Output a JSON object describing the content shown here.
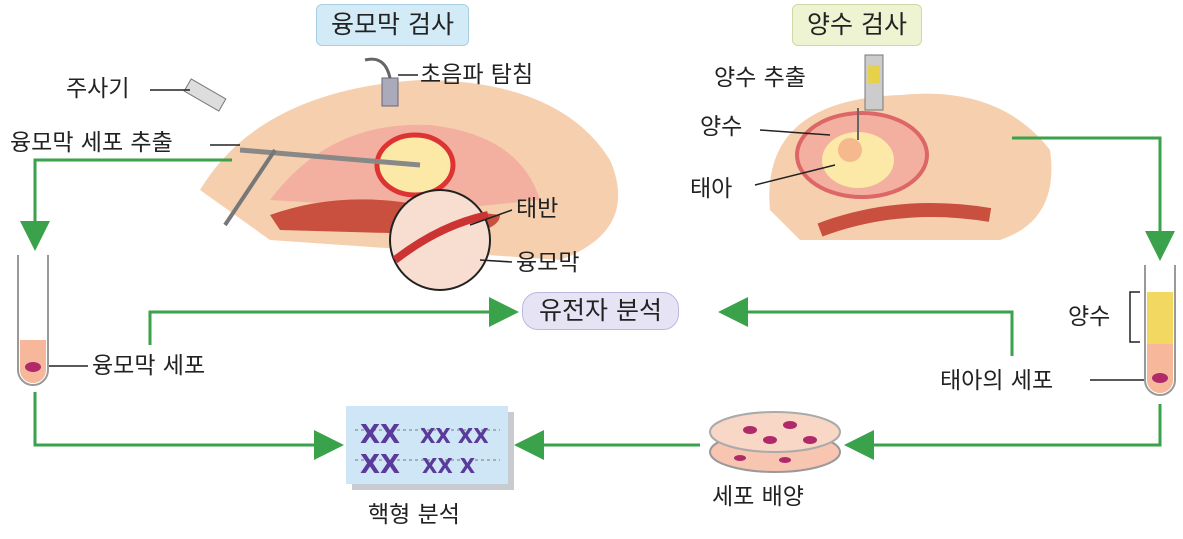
{
  "headers": {
    "cvs": "융모막 검사",
    "amnio": "양수 검사"
  },
  "labels": {
    "syringe": "주사기",
    "cvs_extract": "융모막 세포 추출",
    "ultrasound": "초음파 탐침",
    "placenta": "태반",
    "chorion": "융모막",
    "amnio_extract": "양수 추출",
    "amniotic_fluid_top": "양수",
    "fetus": "태아",
    "gene_analysis": "유전자 분석",
    "chorion_cells": "융모막 세포",
    "amniotic_fluid_tube": "양수",
    "fetal_cells": "태아의 세포",
    "karyotype": "핵형 분석",
    "culture": "세포 배양"
  },
  "colors": {
    "arrow": "#3aa24a",
    "cvs_box": "#d3ebf6",
    "amnio_box": "#eef3d2",
    "gene_box": "#e6e4f4"
  }
}
